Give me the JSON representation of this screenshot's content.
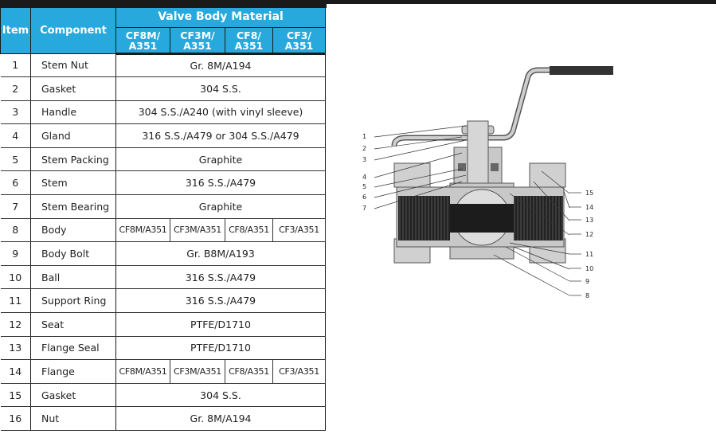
{
  "table": {
    "headers": {
      "item": "Item",
      "component": "Component",
      "material_group": "Valve Body Material",
      "materials": [
        "CF8M/ A351",
        "CF3M/ A351",
        "CF8/ A351",
        "CF3/ A351"
      ]
    },
    "rows": [
      {
        "item": "1",
        "component": "Stem Nut",
        "material": "Gr. 8M/A194"
      },
      {
        "item": "2",
        "component": "Gasket",
        "material": "304 S.S."
      },
      {
        "item": "3",
        "component": "Handle",
        "material": "304 S.S./A240 (with vinyl sleeve)"
      },
      {
        "item": "4",
        "component": "Gland",
        "material": "316 S.S./A479 or 304 S.S./A479"
      },
      {
        "item": "5",
        "component": "Stem Packing",
        "material": "Graphite"
      },
      {
        "item": "6",
        "component": "Stem",
        "material": "316 S.S./A479"
      },
      {
        "item": "7",
        "component": "Stem Bearing",
        "material": "Graphite"
      },
      {
        "item": "8",
        "component": "Body",
        "materials": [
          "CF8M/A351",
          "CF3M/A351",
          "CF8/A351",
          "CF3/A351"
        ]
      },
      {
        "item": "9",
        "component": "Body Bolt",
        "material": "Gr. B8M/A193"
      },
      {
        "item": "10",
        "component": "Ball",
        "material": "316 S.S./A479"
      },
      {
        "item": "11",
        "component": "Support Ring",
        "material": "316 S.S./A479"
      },
      {
        "item": "12",
        "component": "Seat",
        "material": "PTFE/D1710"
      },
      {
        "item": "13",
        "component": "Flange Seal",
        "material": "PTFE/D1710"
      },
      {
        "item": "14",
        "component": "Flange",
        "materials": [
          "CF8M/A351",
          "CF3M/A351",
          "CF8/A351",
          "CF3/A351"
        ]
      },
      {
        "item": "15",
        "component": "Gasket",
        "material": "304 S.S."
      },
      {
        "item": "16",
        "component": "Nut",
        "material": "Gr. 8M/A194"
      }
    ]
  },
  "diagram": {
    "left_labels": [
      "1",
      "2",
      "3",
      "4",
      "5",
      "6",
      "7"
    ],
    "right_labels": [
      "15",
      "14",
      "13",
      "12",
      "11",
      "10",
      "9",
      "8"
    ]
  },
  "colors": {
    "header": "#27a9dd",
    "border": "#1a1a1a"
  }
}
